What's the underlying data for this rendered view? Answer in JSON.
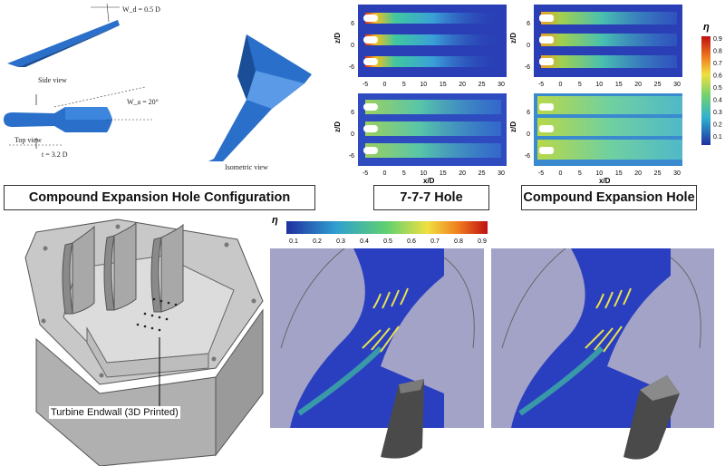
{
  "top_left": {
    "label": "Compound Expansion Hole Configuration",
    "side_view": "Side view",
    "top_view": "Top view",
    "isometric_view": "Isometric view",
    "wd_annot": "W_d = 0.5 D",
    "wa_annot": "W_a = 20°",
    "t_annot": "t = 3.2 D"
  },
  "contours": {
    "label_777": "7-7-7 Hole",
    "label_compound": "Compound Expansion Hole",
    "ylabel": "z/D",
    "xlabel": "x/D",
    "xticks": [
      "-5",
      "0",
      "5",
      "10",
      "15",
      "20",
      "25",
      "30"
    ],
    "yticks": [
      "6",
      "0",
      "-6"
    ],
    "colorbar_title": "η",
    "colorbar_ticks": [
      "0.9",
      "0.8",
      "0.7",
      "0.6",
      "0.5",
      "0.4",
      "0.3",
      "0.2",
      "0.1"
    ]
  },
  "bottom": {
    "endwall_label": "Turbine Endwall (3D Printed)",
    "colorbar_title": "η",
    "colorbar_ticks": [
      "0.1",
      "0.2",
      "0.3",
      "0.4",
      "0.5",
      "0.6",
      "0.7",
      "0.8",
      "0.9"
    ]
  },
  "colors": {
    "jet_low": "#2a3fb5",
    "jet_high": "#e03010",
    "model_blue": "#2a6fc9",
    "passage_grey": "#a3a3c8"
  }
}
